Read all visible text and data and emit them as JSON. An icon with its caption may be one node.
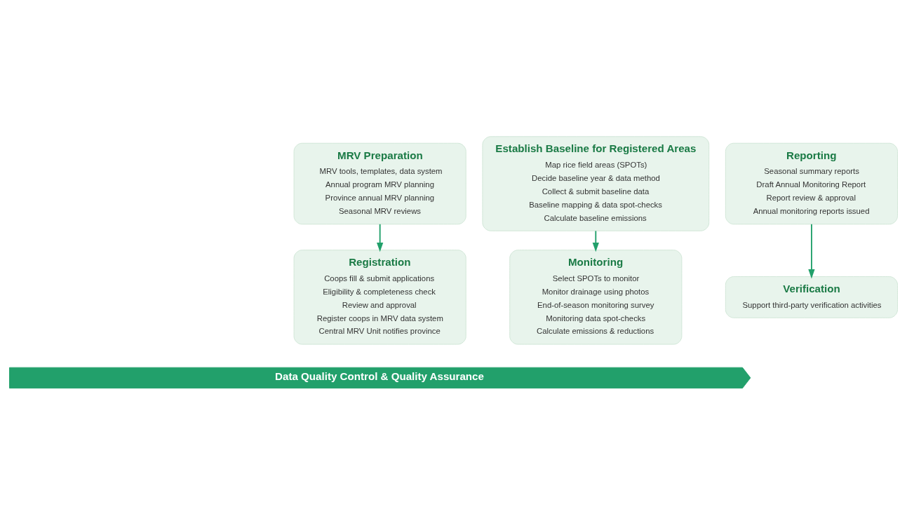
{
  "diagram": {
    "nodes": [
      {
        "text": [
          "MRV Preparation",
          "MRV tools, templates, data system",
          "Annual program MRV planning",
          "Province annual MRV planning",
          "Seasonal MRV reviews"
        ]
      },
      {
        "text": [
          "Registration",
          "Coops fill & submit applications",
          "Eligibility & completeness check",
          "Review and approval",
          "Register coops in MRV data system",
          "Central MRV Unit notifies province"
        ]
      },
      {
        "text": [
          "Establish Baseline for Registered Areas",
          "Map rice field areas (SPOTs)",
          "Decide baseline year & data method",
          "Collect & submit baseline data",
          "Baseline mapping & data spot-checks",
          "Calculate baseline emissions"
        ]
      },
      {
        "text": [
          "Monitoring",
          "Select SPOTs to monitor",
          "Monitor drainage using photos",
          "End-of-season monitoring survey",
          "Monitoring data spot-checks",
          "Calculate emissions & reductions"
        ]
      },
      {
        "text": [
          "Reporting",
          "Seasonal summary reports",
          "Draft Annual Monitoring Report",
          "Report review & approval",
          "Annual monitoring reports issued"
        ]
      },
      {
        "text": [
          "Verification",
          "Support third-party verification activities"
        ]
      },
      {
        "text": [
          "Data Quality Control & Quality Assurance"
        ]
      }
    ],
    "edges": [
      {
        "from": 0,
        "to": 1,
        "arrow": "to"
      },
      {
        "from": 2,
        "to": 3,
        "arrow": "to"
      },
      {
        "from": 4,
        "to": 5,
        "arrow": "to"
      }
    ]
  }
}
